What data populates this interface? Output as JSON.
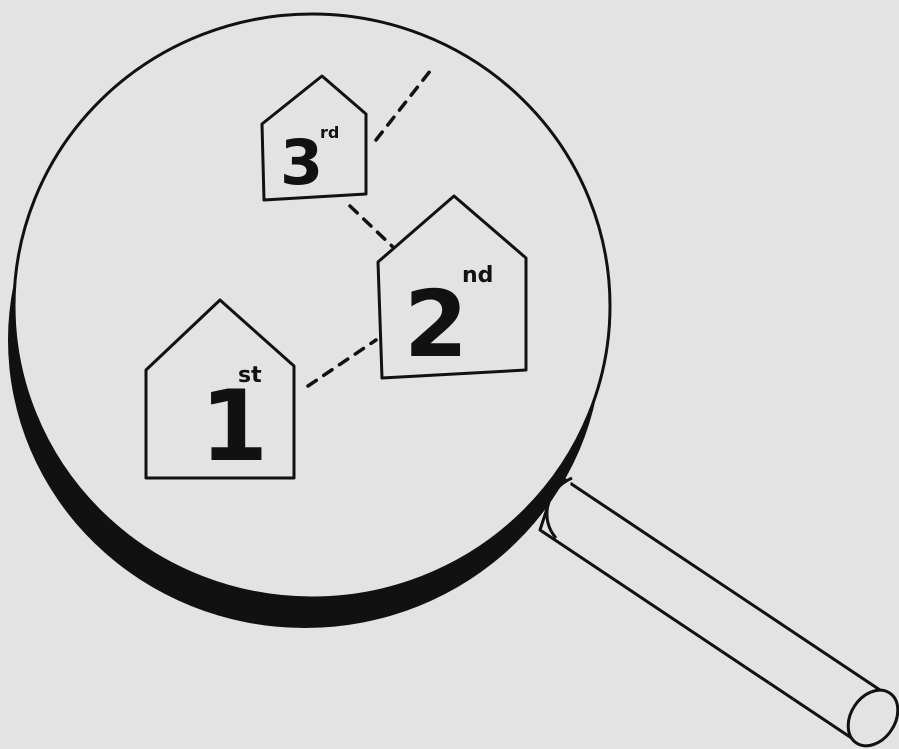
{
  "illustration": {
    "colors": {
      "background": "#e3e3e3",
      "ink": "#111111",
      "lens": "#e3e3e3"
    },
    "icon": "magnifying-glass",
    "houses": [
      {
        "number": "1",
        "suffix": "st"
      },
      {
        "number": "2",
        "suffix": "nd"
      },
      {
        "number": "3",
        "suffix": "rd"
      }
    ]
  }
}
